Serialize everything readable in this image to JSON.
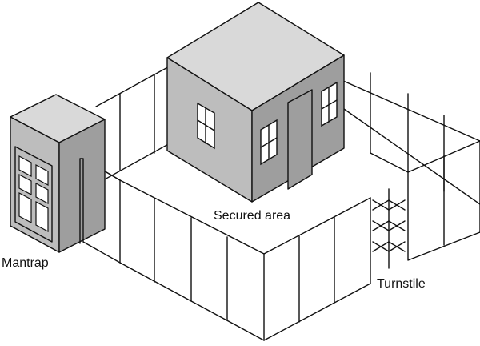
{
  "labels": {
    "secured_area": "Secured area",
    "mantrap": "Mantrap",
    "turnstile": "Turnstile"
  },
  "colors": {
    "line": "#111111",
    "face_top": "#d9d9d9",
    "face_left": "#bdbdbd",
    "face_right": "#9e9e9e",
    "window": "#ffffff",
    "background": "#ffffff"
  }
}
